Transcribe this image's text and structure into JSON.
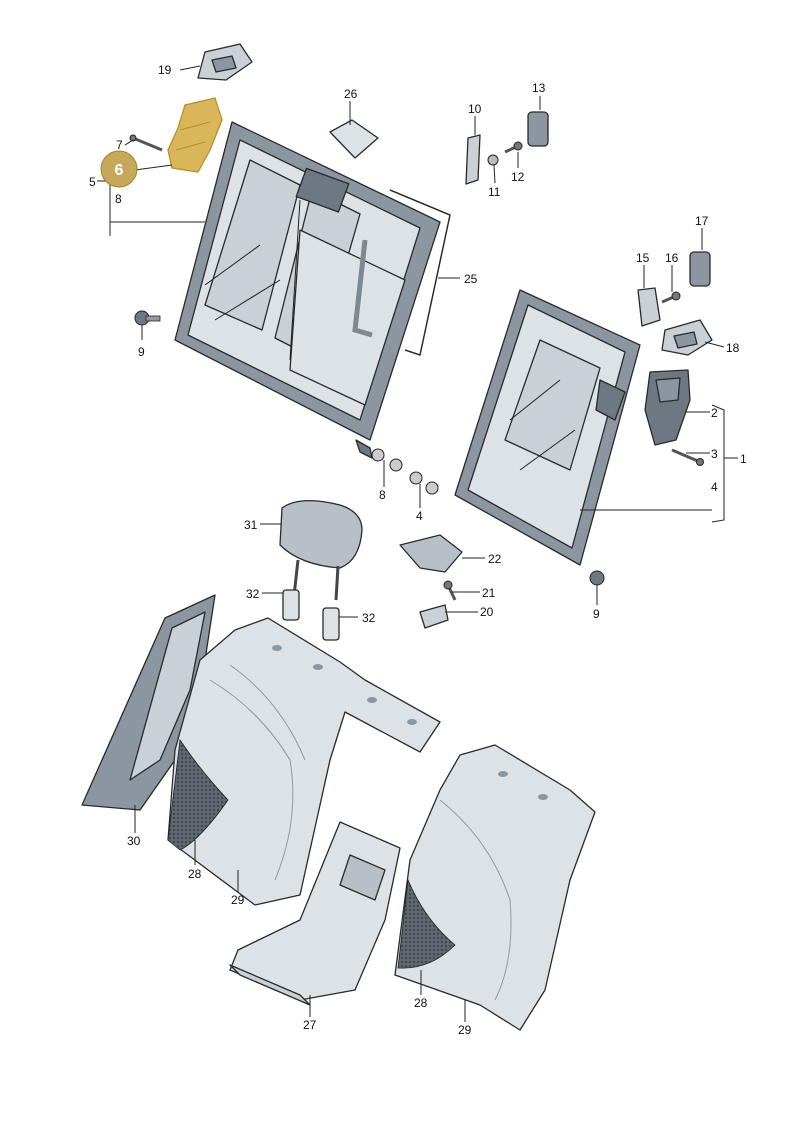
{
  "diagram": {
    "highlight_color": "#c7a85a",
    "highlighted_part": "6",
    "callouts": {
      "c1": "1",
      "c2": "2",
      "c3": "3",
      "c4a": "4",
      "c4b": "4",
      "c5": "5",
      "c6": "6",
      "c7": "7",
      "c8a": "8",
      "c8b": "8",
      "c9a": "9",
      "c9b": "9",
      "c10": "10",
      "c11": "11",
      "c12": "12",
      "c13": "13",
      "c15": "15",
      "c16": "16",
      "c17": "17",
      "c18": "18",
      "c19": "19",
      "c20": "20",
      "c21": "21",
      "c22": "22",
      "c25": "25",
      "c26": "26",
      "c27": "27",
      "c28a": "28",
      "c28b": "28",
      "c29a": "29",
      "c29b": "29",
      "c30": "30",
      "c31": "31",
      "c32a": "32",
      "c32b": "32"
    }
  }
}
